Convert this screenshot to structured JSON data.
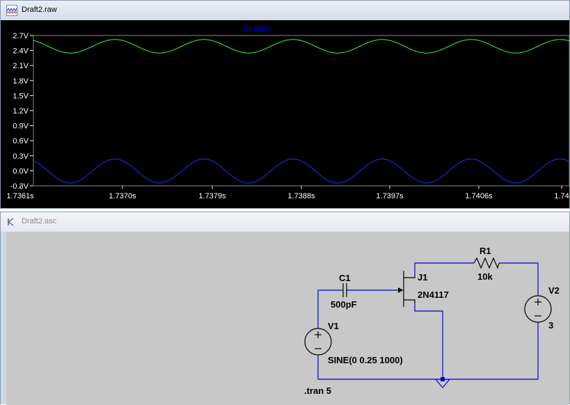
{
  "waveform_window": {
    "title": "Draft2.raw",
    "trace_label": "V(n004)",
    "y_ticks": [
      "2.7V",
      "2.4V",
      "2.1V",
      "1.8V",
      "1.5V",
      "1.2V",
      "0.9V",
      "0.6V",
      "0.3V",
      "0.0V",
      "-0.3V"
    ],
    "x_ticks": [
      "1.7361s",
      "1.7370s",
      "1.7379s",
      "1.7388s",
      "1.7397s",
      "1.7406s",
      "1.74"
    ],
    "colors": {
      "background": "#000000",
      "trace_green": "#33ff33",
      "trace_blue": "#1a33ff",
      "axis_text": "#ffffff",
      "label": "#0000ff"
    }
  },
  "schematic_window": {
    "title": "Draft2.asc",
    "components": {
      "c1": {
        "name": "C1",
        "value": "500pF"
      },
      "j1": {
        "name": "J1",
        "value": "2N4117"
      },
      "r1": {
        "name": "R1",
        "value": "10k"
      },
      "v1": {
        "name": "V1",
        "value": "SINE(0 0.25 1000)"
      },
      "v2": {
        "name": "V2",
        "value": "3"
      }
    },
    "directive": ".tran 5"
  }
}
